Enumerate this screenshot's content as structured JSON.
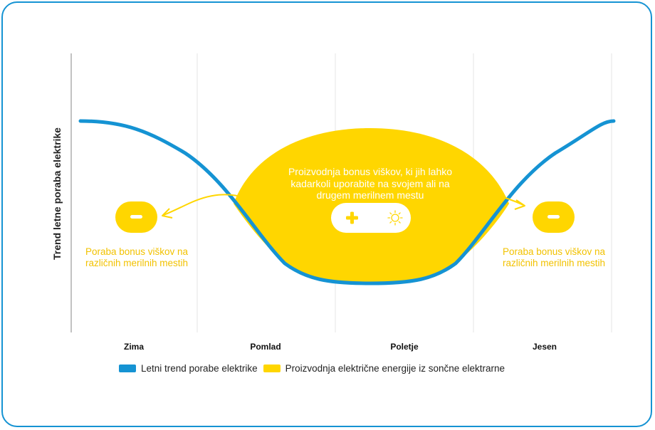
{
  "y_axis_label": "Trend letne poraba elektrike",
  "seasons": [
    "Zima",
    "Pomlad",
    "Poletje",
    "Jesen"
  ],
  "center_label": "Proizvodnja bonus viškov, ki jih lahko kadarkoli uporabite na svojem ali na drugem merilnem mestu",
  "left_label": "Poraba bonus viškov na različnih merilnih mestih",
  "right_label": "Poraba bonus viškov na različnih merilnih mestih",
  "legend": {
    "consumption": "Letni trend porabe elektrike",
    "production": "Proizvodnja električne energije iz sončne elektrarne"
  },
  "colors": {
    "consumption": "#1593D3",
    "production": "#FFD600",
    "text_yellow": "#F2C200",
    "frame": "#1593D3"
  },
  "icons": {
    "left_badge": "minus-icon",
    "right_badge": "minus-icon",
    "center_pill": [
      "plus-icon",
      "sun-icon"
    ]
  }
}
